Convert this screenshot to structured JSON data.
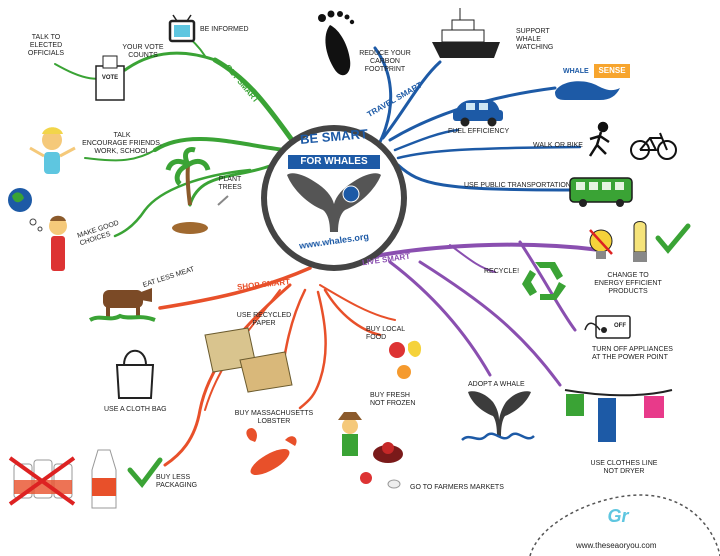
{
  "center": {
    "line1": "BE SMART",
    "line2": "FOR WHALES",
    "url": "www.whales.org"
  },
  "branches": {
    "get_smart": "GET SMART",
    "travel_smart": "TRAVEL SMART",
    "live_smart": "LIVE SMART",
    "shop_smart": "SHOP SMART"
  },
  "get_smart_items": {
    "officials": "TALK TO\nELECTED\nOFFICIALS",
    "vote": "YOUR VOTE\nCOUNTS",
    "ballot": "VOTE",
    "informed": "BE INFORMED",
    "talk": "TALK\nENCOURAGE FRIENDS,\nWORK, SCHOOL",
    "plant": "PLANT\nTREES",
    "choices": "MAKE GOOD\nCHOICES"
  },
  "travel_smart_items": {
    "carbon": "REDUCE YOUR\nCARBON\nFOOTPRINT",
    "whale_watching": "SUPPORT\nWHALE\nWATCHING",
    "fuel": "FUEL EFFICIENCY",
    "walk_bike": "WALK OR BIKE",
    "transit": "USE PUBLIC TRANSPORTATION",
    "whale_logo": "WHALE",
    "sense_logo": "SENSE"
  },
  "live_smart_items": {
    "recycle": "RECYCLE!",
    "energy": "CHANGE TO\nENERGY EFFICIENT\nPRODUCTS",
    "appliances": "TURN OFF APPLIANCES\nAT THE POWER POINT",
    "switch_off": "OFF",
    "adopt": "ADOPT A WHALE",
    "clothesline": "USE CLOTHES LINE\nNOT DRYER"
  },
  "shop_smart_items": {
    "meat": "EAT LESS MEAT",
    "paper": "USE RECYCLED\nPAPER",
    "local": "BUY LOCAL\nFOOD",
    "fresh": "BUY FRESH\nNOT FROZEN",
    "bag": "USE A CLOTH BAG",
    "lobster": "BUY MASSACHUSETTS\nLOBSTER",
    "packaging": "BUY LESS\nPACKAGING",
    "farmers": "GO TO FARMERS MARKETS"
  },
  "footer": {
    "logo": "Gr",
    "website": "www.theseaoryou.com"
  },
  "colors": {
    "get_smart": "#3aa335",
    "travel_smart": "#1d5aa6",
    "live_smart": "#8a4fb0",
    "shop_smart": "#e8502a",
    "check": "#3aa335"
  }
}
